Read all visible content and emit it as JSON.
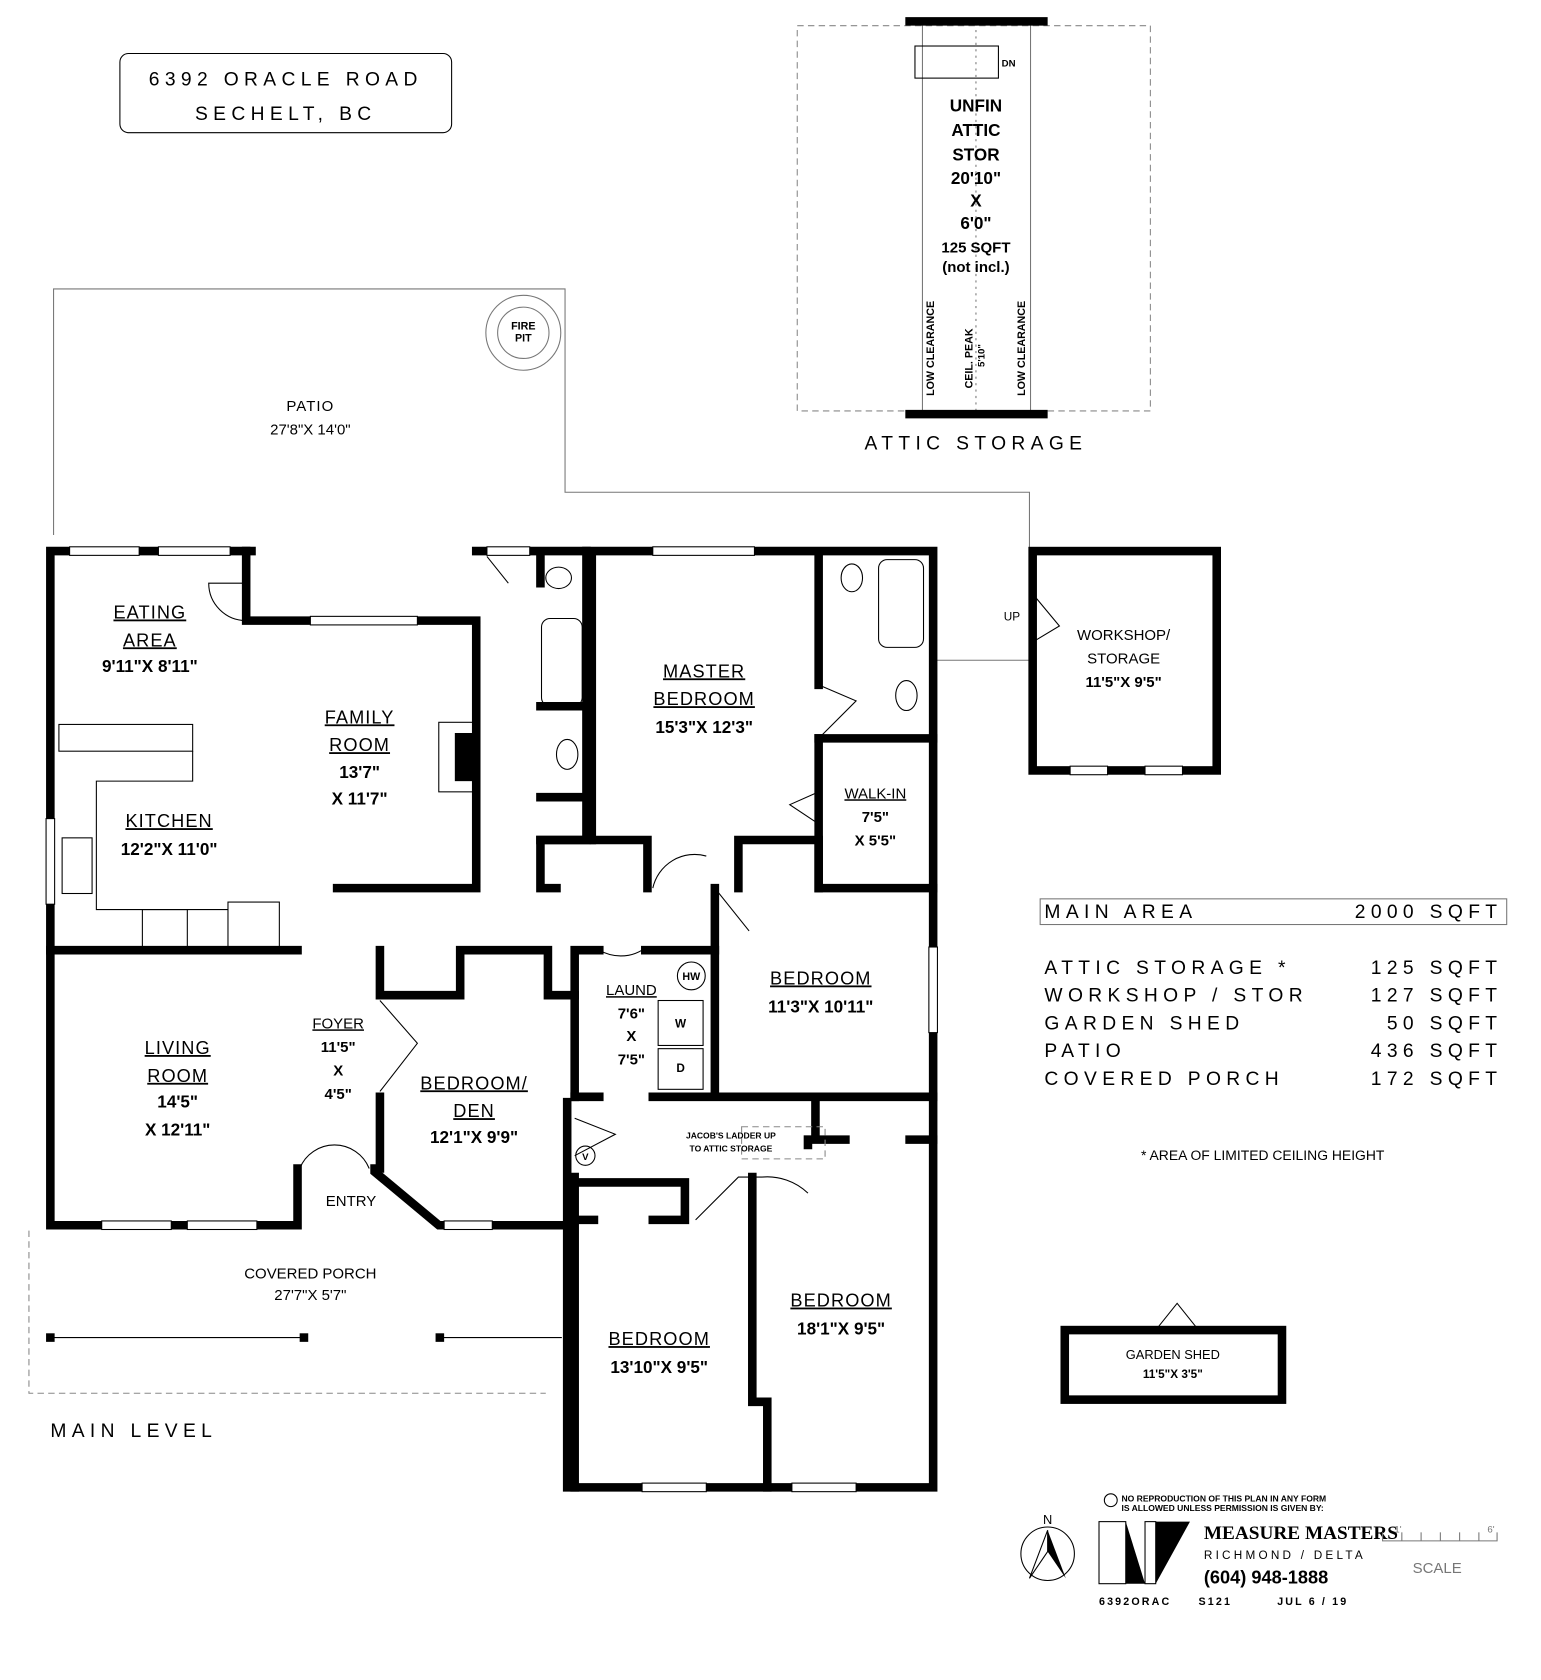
{
  "title": {
    "line1": "6392 ORACLE ROAD",
    "line2": "SECHELT, BC"
  },
  "attic": {
    "stairs_dn": "DN",
    "name": [
      "UNFIN",
      "ATTIC",
      "STOR"
    ],
    "dim1": "20'10\"",
    "x": "X",
    "dim2": "6'0\"",
    "area": "125  SQFT",
    "note": "(not  incl.)",
    "low_clearance": "LOW  CLEARANCE",
    "ceil_peak": "CEIL. PEAK",
    "peak_height": "5'10\"",
    "heading": "ATTIC  STORAGE"
  },
  "rooms": {
    "fire_pit": [
      "FIRE",
      "PIT"
    ],
    "patio": {
      "name": "PATIO",
      "dim": "27'8\"X  14'0\""
    },
    "eating": {
      "name": "EATING",
      "name2": "AREA",
      "dim": "9'11\"X  8'11\""
    },
    "family": {
      "name": "FAMILY",
      "name2": "ROOM",
      "dim": "13'7\"",
      "dim2": "X  11'7\""
    },
    "kitchen": {
      "name": "KITCHEN",
      "dim": "12'2\"X  11'0\""
    },
    "master": {
      "name": "MASTER",
      "name2": "BEDROOM",
      "dim": "15'3\"X  12'3\""
    },
    "walkin": {
      "name": "WALK-IN",
      "dim": "7'5\"",
      "dim2": "X  5'5\""
    },
    "workshop": {
      "name": "WORKSHOP/",
      "name2": "STORAGE",
      "dim": "11'5\"X  9'5\"",
      "up": "UP"
    },
    "living": {
      "name": "LIVING",
      "name2": "ROOM",
      "dim": "14'5\"",
      "dim2": "X  12'11\""
    },
    "foyer": {
      "name": "FOYER",
      "dim": "11'5\"",
      "x": "X",
      "dim2": "4'5\""
    },
    "den": {
      "name": "BEDROOM/",
      "name2": "DEN",
      "dim": "12'1\"X  9'9\""
    },
    "laund": {
      "name": "LAUND",
      "dim": "7'6\"",
      "x": "X",
      "dim2": "7'5\"",
      "hw": "HW",
      "w": "W",
      "d": "D",
      "v": "V"
    },
    "bed2": {
      "name": "BEDROOM",
      "dim": "11'3\"X  10'11\""
    },
    "ladder": [
      "JACOB'S LADDER UP",
      "TO ATTIC STORAGE"
    ],
    "entry": "ENTRY",
    "porch": {
      "name": "COVERED PORCH",
      "dim": "27'7\"X  5'7\""
    },
    "bed3": {
      "name": "BEDROOM",
      "dim": "13'10\"X  9'5\""
    },
    "bed4": {
      "name": "BEDROOM",
      "dim": "18'1\"X  9'5\""
    },
    "shed": {
      "name": "GARDEN  SHED",
      "dim": "11'5\"X  3'5\""
    }
  },
  "main_level": "MAIN  LEVEL",
  "areas": {
    "main": {
      "label": "MAIN  AREA",
      "value": "2000  SQFT"
    },
    "rows": [
      {
        "label": "ATTIC  STORAGE *",
        "value": "125  SQFT"
      },
      {
        "label": "WORKSHOP / STOR",
        "value": "127  SQFT"
      },
      {
        "label": "GARDEN  SHED",
        "value": "50  SQFT"
      },
      {
        "label": "PATIO",
        "value": "436  SQFT"
      },
      {
        "label": "COVERED  PORCH",
        "value": "172  SQFT"
      }
    ],
    "footnote": "*  AREA  OF  LIMITED  CEILING  HEIGHT"
  },
  "footer": {
    "north": "N",
    "copyright": [
      "NO REPRODUCTION OF THIS PLAN IN ANY FORM",
      "IS ALLOWED UNLESS PERMISSION IS GIVEN BY:"
    ],
    "company": "MEASURE MASTERS",
    "city": "RICHMOND / DELTA",
    "phone": "(604)  948-1888",
    "code": "6392ORAC",
    "job": "S121",
    "date": "JUL  6 / 19",
    "scale_start": "1'",
    "scale_end": "6'",
    "scale": "SCALE"
  }
}
